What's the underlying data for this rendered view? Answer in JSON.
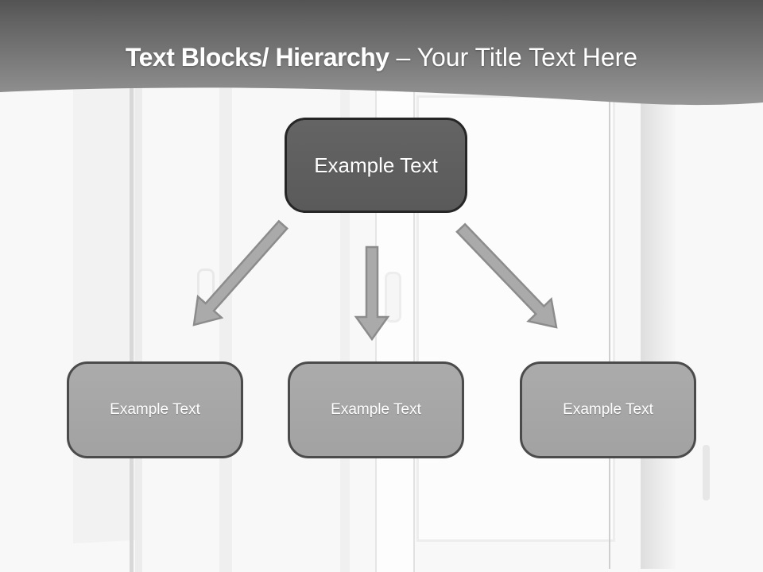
{
  "slide_title": {
    "bold_part": "Text Blocks/ Hierarchy",
    "regular_part": "– Your Title Text Here"
  },
  "hierarchy": {
    "root": {
      "label": "Example Text"
    },
    "children": [
      {
        "label": "Example Text"
      },
      {
        "label": "Example Text"
      },
      {
        "label": "Example Text"
      }
    ]
  },
  "colors": {
    "header_gradient_top": "#565656",
    "header_gradient_bottom": "#969696",
    "root_box_fill": "#606060",
    "root_box_border": "#262626",
    "child_box_fill": "#a8a8a8",
    "child_box_border": "#4b4b4b",
    "arrow_fill": "#aaaaaa",
    "arrow_outline": "#8c8c8c",
    "title_text": "#ffffff",
    "box_text": "#ffffff"
  }
}
